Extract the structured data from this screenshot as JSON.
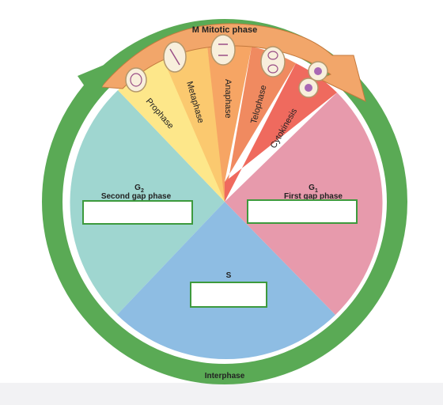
{
  "diagram": {
    "mitotic_title": "M Mitotic phase",
    "interphase_label": "Interphase",
    "g2": {
      "main": "G",
      "sub": "2",
      "name": "Second gap phase",
      "box_value": ""
    },
    "g1": {
      "main": "G",
      "sub": "1",
      "name": "First gap phase",
      "box_value": ""
    },
    "s": {
      "label": "S",
      "box_value": ""
    },
    "mitosis_stages": [
      "Prophase",
      "Metaphase",
      "Anaphase",
      "Telophase",
      "Cytokinesis"
    ]
  },
  "colors": {
    "ring": "#5aaa55",
    "ring_dark": "#3d8a3a",
    "g2": "#9fd6d0",
    "g1": "#e79aac",
    "s": "#8ebde3",
    "prophase": "#fde78a",
    "metaphase": "#fbc96f",
    "anaphase": "#f6a564",
    "telophase": "#f08a60",
    "cytokinesis": "#ef6a5e",
    "m_arrow": "#f2a66a"
  }
}
